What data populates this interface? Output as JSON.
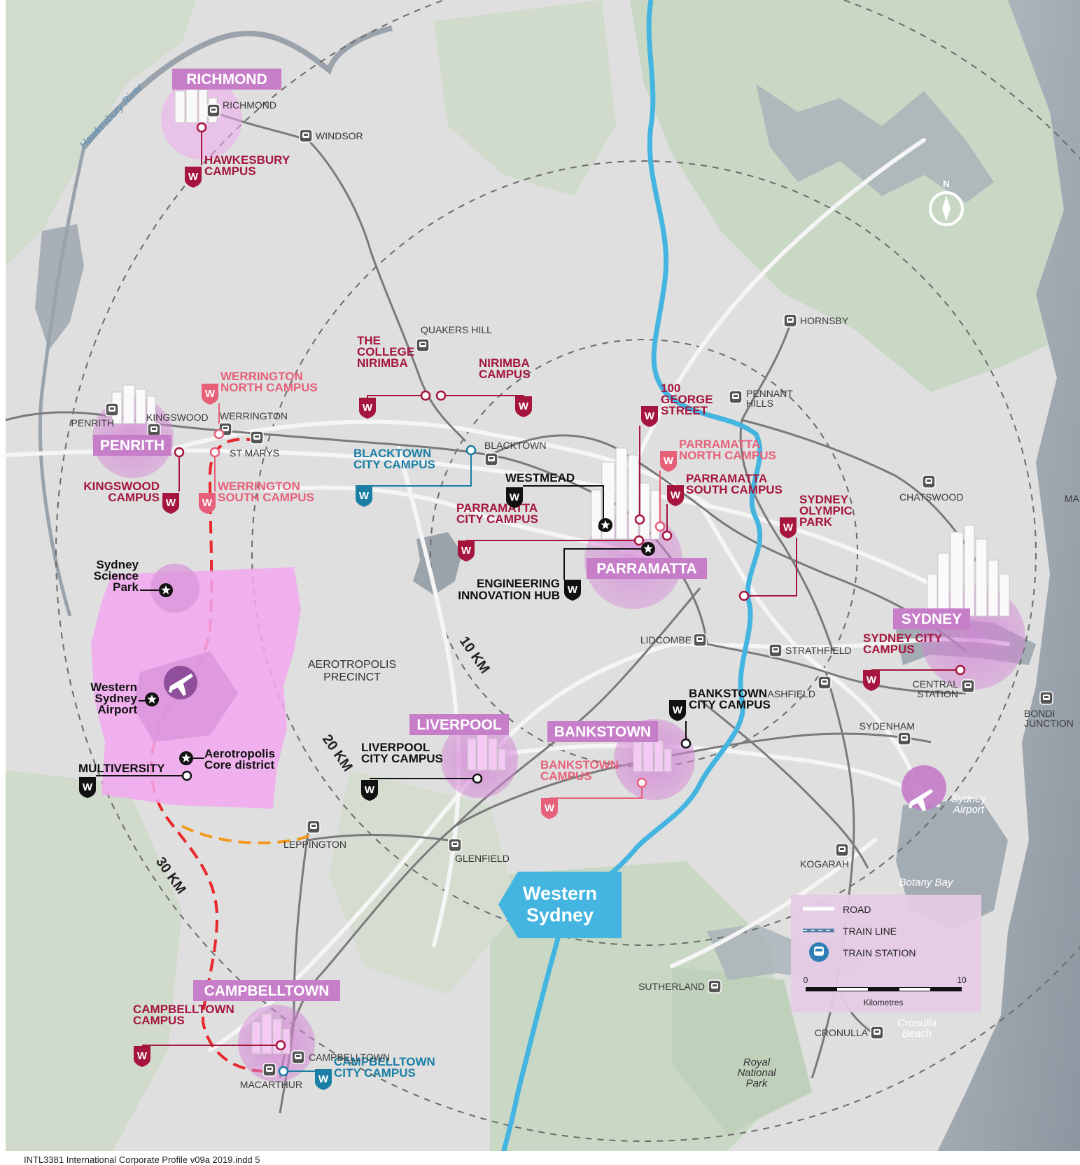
{
  "colors": {
    "campus": "#a5153d",
    "campus_light": "#e7607a",
    "campus_blue": "#1b7fa5",
    "precinct": "#c77ec9",
    "region_fill": "#f0a9ee",
    "river": "#3fb5e3",
    "rail": "#6d6d6d",
    "rail_link_red": "#e8262c",
    "rail_link_orange": "#f39a1f",
    "land": "#dcdddc",
    "green": "#c7d6c4",
    "water": "#9aa2ab"
  },
  "map": {
    "rivers": {
      "hawkesbury": "Hawkesbury River"
    },
    "rings": [
      {
        "label": "10 KM"
      },
      {
        "label": "20 KM"
      },
      {
        "label": "30 KM"
      }
    ],
    "precincts": [
      {
        "id": "richmond",
        "label": "RICHMOND"
      },
      {
        "id": "penrith",
        "label": "PENRITH"
      },
      {
        "id": "parramatta",
        "label": "PARRAMATTA"
      },
      {
        "id": "sydney",
        "label": "SYDNEY"
      },
      {
        "id": "liverpool",
        "label": "LIVERPOOL"
      },
      {
        "id": "bankstown",
        "label": "BANKSTOWN"
      },
      {
        "id": "campbelltown",
        "label": "CAMPBELLTOWN"
      }
    ],
    "campuses": [
      {
        "id": "hawkesbury",
        "lines": [
          "HAWKESBURY",
          "CAMPUS"
        ],
        "style": "dark"
      },
      {
        "id": "werrington_north",
        "lines": [
          "WERRINGTON",
          "NORTH CAMPUS"
        ],
        "style": "light"
      },
      {
        "id": "werrington_south",
        "lines": [
          "WERRINGTON",
          "SOUTH CAMPUS"
        ],
        "style": "light"
      },
      {
        "id": "kingswood",
        "lines": [
          "KINGSWOOD",
          "CAMPUS"
        ],
        "style": "dark"
      },
      {
        "id": "college_nirimba",
        "lines": [
          "THE",
          "COLLEGE",
          "NIRIMBA"
        ],
        "style": "dark"
      },
      {
        "id": "nirimba",
        "lines": [
          "NIRIMBA",
          "CAMPUS"
        ],
        "style": "dark"
      },
      {
        "id": "blacktown",
        "lines": [
          "BLACKTOWN",
          "CITY CAMPUS"
        ],
        "style": "blue"
      },
      {
        "id": "george_street",
        "lines": [
          "100",
          "GEORGE",
          "STREET"
        ],
        "style": "dark"
      },
      {
        "id": "parramatta_north",
        "lines": [
          "PARRAMATTA",
          "NORTH CAMPUS"
        ],
        "style": "light"
      },
      {
        "id": "parramatta_south",
        "lines": [
          "PARRAMATTA",
          "SOUTH CAMPUS"
        ],
        "style": "dark"
      },
      {
        "id": "parramatta_city",
        "lines": [
          "PARRAMATTA",
          "CITY CAMPUS"
        ],
        "style": "dark"
      },
      {
        "id": "olympic_park",
        "lines": [
          "SYDNEY",
          "OLYMPIC",
          "PARK"
        ],
        "style": "dark"
      },
      {
        "id": "sydney_city",
        "lines": [
          "SYDNEY CITY",
          "CAMPUS"
        ],
        "style": "dark"
      },
      {
        "id": "bankstown_city",
        "lines": [
          "BANKSTOWN",
          "CITY CAMPUS"
        ],
        "style": "black"
      },
      {
        "id": "bankstown_campus",
        "lines": [
          "BANKSTOWN",
          "CAMPUS"
        ],
        "style": "light"
      },
      {
        "id": "liverpool_city",
        "lines": [
          "LIVERPOOL",
          "CITY CAMPUS"
        ],
        "style": "black"
      },
      {
        "id": "campbelltown_campus",
        "lines": [
          "CAMPBELLTOWN",
          "CAMPUS"
        ],
        "style": "dark"
      },
      {
        "id": "campbelltown_city",
        "lines": [
          "CAMPBELLTOWN",
          "CITY CAMPUS"
        ],
        "style": "blue"
      }
    ],
    "black_labels": [
      {
        "id": "westmead",
        "lines": [
          "WESTMEAD"
        ]
      },
      {
        "id": "engineering",
        "lines": [
          "ENGINEERING",
          "INNOVATION HUB"
        ]
      },
      {
        "id": "multiversity",
        "lines": [
          "MULTIVERSITY"
        ]
      }
    ],
    "places": [
      {
        "id": "science_park",
        "lines": [
          "Sydney",
          "Science",
          "Park"
        ]
      },
      {
        "id": "wsa",
        "lines": [
          "Western",
          "Sydney",
          "Airport"
        ]
      },
      {
        "id": "core",
        "lines": [
          "Aerotropolis",
          "Core district"
        ]
      }
    ],
    "aerotropolis": [
      "AEROTROPOLIS",
      "PRECINCT"
    ],
    "stations": [
      {
        "id": "richmond",
        "label": "RICHMOND"
      },
      {
        "id": "windsor",
        "label": "WINDSOR"
      },
      {
        "id": "quakers_hill",
        "label": "QUAKERS HILL"
      },
      {
        "id": "penrith",
        "label": "PENRITH"
      },
      {
        "id": "kingswood",
        "label": "KINGSWOOD"
      },
      {
        "id": "werrington",
        "label": "WERRINGTON"
      },
      {
        "id": "st_marys",
        "label": "ST MARYS"
      },
      {
        "id": "blacktown",
        "label": "BLACKTOWN"
      },
      {
        "id": "hornsby",
        "label": "HORNSBY"
      },
      {
        "id": "pennant_hills",
        "lines": [
          "PENNANT",
          "HILLS"
        ]
      },
      {
        "id": "chatswood",
        "label": "CHATSWOOD"
      },
      {
        "id": "lidcombe",
        "label": "LIDCOMBE"
      },
      {
        "id": "strathfield",
        "label": "STRATHFIELD"
      },
      {
        "id": "ashfield",
        "label": "ASHFIELD"
      },
      {
        "id": "central",
        "lines": [
          "CENTRAL",
          "STATION"
        ]
      },
      {
        "id": "bondi",
        "lines": [
          "BONDI",
          "JUNCTION"
        ]
      },
      {
        "id": "sydenham",
        "label": "SYDENHAM"
      },
      {
        "id": "leppington",
        "label": "LEPPINGTON"
      },
      {
        "id": "glenfield",
        "label": "GLENFIELD"
      },
      {
        "id": "kogarah",
        "label": "KOGARAH"
      },
      {
        "id": "sutherland",
        "label": "SUTHERLAND"
      },
      {
        "id": "cronulla",
        "label": "CRONULLA"
      },
      {
        "id": "campbelltown",
        "label": "CAMPBELLTOWN"
      },
      {
        "id": "macarthur",
        "label": "MACARTHUR"
      }
    ],
    "geo_labels": [
      {
        "id": "sydney_airport",
        "lines": [
          "Sydney",
          "Airport"
        ]
      },
      {
        "id": "botany_bay",
        "lines": [
          "Botany Bay"
        ]
      },
      {
        "id": "cronulla_beach",
        "lines": [
          "Cronulla",
          "Beach"
        ]
      },
      {
        "id": "royal_np",
        "lines": [
          "Royal",
          "National",
          "Park"
        ]
      }
    ],
    "cutoff_label": "MA",
    "callout": [
      "Western",
      "Sydney"
    ],
    "compass": "N"
  },
  "legend": {
    "road": "ROAD",
    "train_line": "TRAIN LINE",
    "train_station": "TRAIN STATION",
    "scale_min": "0",
    "scale_max": "10",
    "scale_unit": "Kilometres"
  },
  "footer": "INTL3381 International Corporate Profile v09a 2019.indd   5"
}
